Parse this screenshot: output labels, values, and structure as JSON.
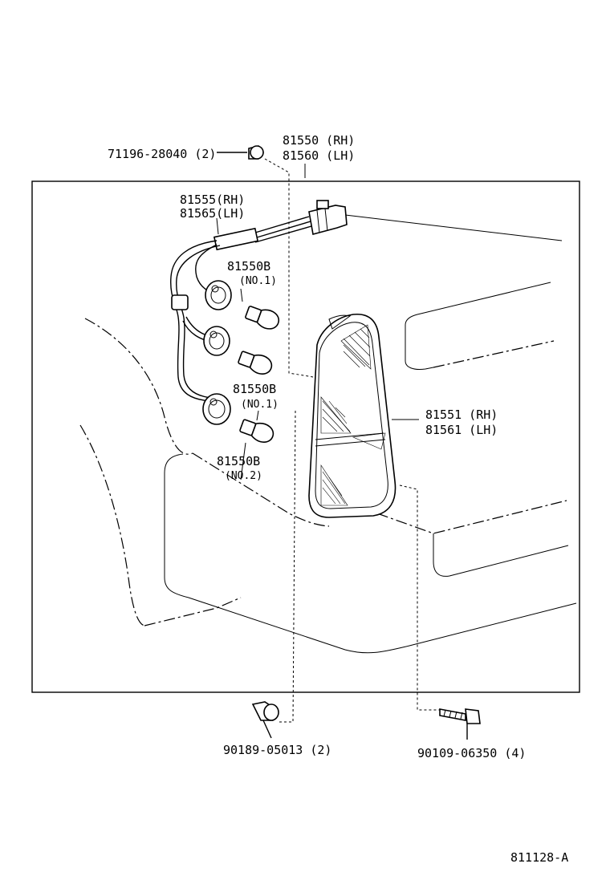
{
  "callouts": {
    "screw_top": "71196-28040 (2)",
    "lamp_assy_rh": "81550 (RH)",
    "lamp_assy_lh": "81560 (LH)",
    "socket_wire_rh": "81555(RH)",
    "socket_wire_lh": "81565(LH)",
    "bulb_a_part": "81550B",
    "bulb_a_note": "(NO.1)",
    "bulb_b_part": "81550B",
    "bulb_b_note": "(NO.1)",
    "bulb_c_part": "81550B",
    "bulb_c_note": "(NO.2)",
    "lens_rh": "81551 (RH)",
    "lens_lh": "81561 (LH)",
    "clip_bottom": "90189-05013 (2)",
    "bolt_bottom": "90109-06350 (4)"
  },
  "figure_code": "811128-A",
  "icons": [
    "screw-icon",
    "lamp-socket-icon",
    "bulb-icon",
    "clip-icon",
    "bolt-icon",
    "tail-lamp-lens-icon",
    "connector-icon"
  ]
}
